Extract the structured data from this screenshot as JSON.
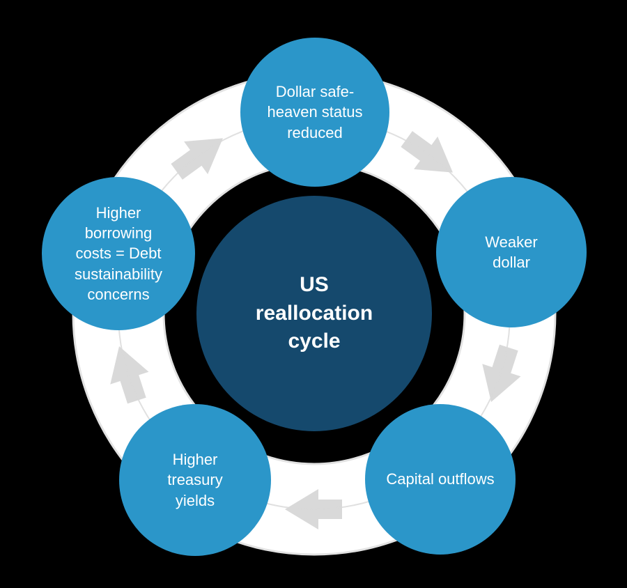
{
  "diagram": {
    "type": "cycle",
    "direction": "clockwise",
    "center": {
      "label": "US\nreallocation\ncycle"
    },
    "nodes": [
      {
        "id": "dollar-safe-heaven-status-reduced",
        "label": "Dollar safe-\nheaven status\nreduced",
        "position": "top"
      },
      {
        "id": "weaker-dollar",
        "label": "Weaker\ndollar",
        "position": "right"
      },
      {
        "id": "capital-outflows",
        "label": "Capital outflows",
        "position": "bottom-right"
      },
      {
        "id": "higher-treasury-yields",
        "label": "Higher\ntreasury\nyields",
        "position": "bottom-left"
      },
      {
        "id": "higher-borrowing-costs",
        "label": "Higher\nborrowing\ncosts = Debt\nsustainability\nconcerns",
        "position": "left"
      }
    ],
    "arrows": [
      {
        "id": "arrow-top-to-right",
        "direction_deg": 36
      },
      {
        "id": "arrow-right-to-bottom-right",
        "direction_deg": 108
      },
      {
        "id": "arrow-bottom-right-to-bottom-left",
        "direction_deg": 180
      },
      {
        "id": "arrow-bottom-left-to-left",
        "direction_deg": 252
      },
      {
        "id": "arrow-left-to-top",
        "direction_deg": 324
      }
    ],
    "colors": {
      "background": "#000000",
      "node_fill": "#2B96C9",
      "center_fill": "#15496D",
      "ring_fill": "#FFFFFF",
      "ring_edge": "#E2E2E2",
      "midline": "#D8D8D8",
      "arrow_gray": "#D9D9D9",
      "text_color": "#FFFFFF"
    }
  }
}
